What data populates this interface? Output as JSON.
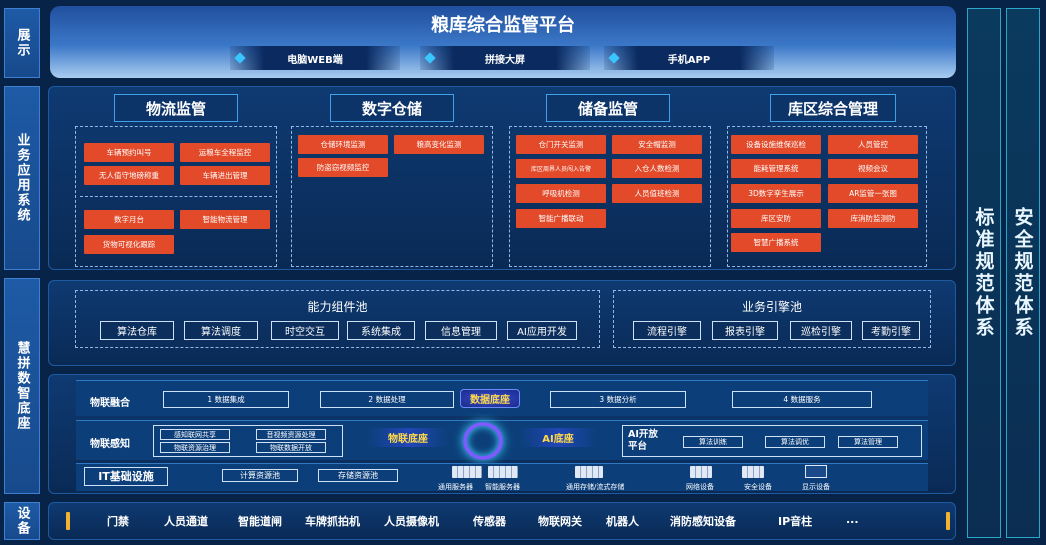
{
  "sidebar": {
    "display": "展示",
    "business_apps": "业务应用系统",
    "base": "慧拼数智底座",
    "devices": "设备"
  },
  "right": {
    "standards": "标准规范体系",
    "security": "安全规范体系"
  },
  "header": {
    "title": "粮库综合监管平台",
    "tabs": [
      "电脑WEB端",
      "拼接大屏",
      "手机APP"
    ]
  },
  "apps": {
    "logistics": {
      "title": "物流监管",
      "group1": [
        "车辆预约叫号",
        "运粮车全程监控",
        "无人值守地磅称重",
        "车辆进出管理"
      ],
      "group2": [
        "数字月台",
        "智能物流管理",
        "货物可视化跟踪"
      ]
    },
    "warehouse": {
      "title": "数字仓储",
      "items": [
        "仓储环境监测",
        "粮高变化监测",
        "防盗窃视频监控"
      ]
    },
    "storage": {
      "title": "储备监管",
      "items": [
        "仓门开关监测",
        "安全帽监测",
        "库区周界人员闯入告警",
        "入仓人数检测",
        "呼吸机检测",
        "人员值班检测",
        "智能广播联动"
      ]
    },
    "area": {
      "title": "库区综合管理",
      "items": [
        "设备设施维保巡检",
        "人员管控",
        "能耗管理系统",
        "视频会议",
        "3D数字孪生展示",
        "AR监管一张图",
        "库区安防",
        "库消防监测防",
        "智慧广播系统"
      ]
    }
  },
  "capability": {
    "pool_title": "能力组件池",
    "pool_items": [
      "算法仓库",
      "算法调度",
      "时空交互",
      "系统集成",
      "信息管理",
      "AI应用开发"
    ],
    "engine_title": "业务引擎池",
    "engine_items": [
      "流程引擎",
      "报表引擎",
      "巡检引擎",
      "考勤引擎"
    ]
  },
  "base": {
    "iot_fusion": "物联融合",
    "fusion_steps": [
      "1 数据集成",
      "2 数据处理",
      "3 数据分析",
      "4 数据服务"
    ],
    "data_base": "数据底座",
    "iot_sense": "物联感知",
    "sense_items": [
      "感知联网共享",
      "音视频资源处理",
      "物联资源治理",
      "物联数据开放"
    ],
    "iot_base": "物联底座",
    "ai_base": "AI底座",
    "ai_platform": "AI开放平台",
    "ai_items": [
      "算法训练",
      "算法调优",
      "算法管理"
    ],
    "it_infra": "IT基础设施",
    "it_items": [
      "计算资源池",
      "存储资源池"
    ],
    "hardware": [
      "通用服务器",
      "智能服务器",
      "通用存储/流式存储",
      "网络设备",
      "安全设备",
      "显示设备"
    ]
  },
  "devices": [
    "门禁",
    "人员通道",
    "智能道闸",
    "车牌抓拍机",
    "人员摄像机",
    "传感器",
    "物联网关",
    "机器人",
    "消防感知设备",
    "IP音柱",
    "..."
  ],
  "colors": {
    "accent_red": "#e24a2a",
    "glow_yellow": "#ffd94a",
    "panel_blue": "#0e3a72"
  }
}
